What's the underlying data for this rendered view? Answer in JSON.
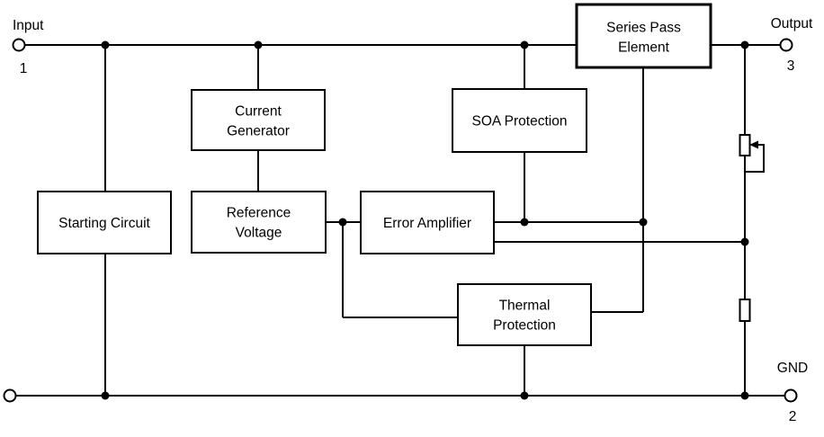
{
  "diagram": {
    "type": "regulator-internal-block-diagram",
    "colors": {
      "background": "#ffffff",
      "line": "#000000",
      "text": "#000000"
    },
    "blocks": [
      {
        "name": "series-pass-element",
        "lines": [
          "Series Pass",
          "Element"
        ]
      },
      {
        "name": "current-generator",
        "lines": [
          "Current",
          "Generator"
        ]
      },
      {
        "name": "soa-protection",
        "lines": [
          "SOA Protection"
        ]
      },
      {
        "name": "starting-circuit",
        "lines": [
          "Starting Circuit"
        ]
      },
      {
        "name": "reference-voltage",
        "lines": [
          "Reference",
          "Voltage"
        ]
      },
      {
        "name": "error-amplifier",
        "lines": [
          "Error Amplifier"
        ]
      },
      {
        "name": "thermal-protection",
        "lines": [
          "Thermal",
          "Protection"
        ]
      }
    ],
    "terminals": [
      {
        "name": "input",
        "label": "Input",
        "pin": "1"
      },
      {
        "name": "output",
        "label": "Output",
        "pin": "3"
      },
      {
        "name": "gnd",
        "label": "GND",
        "pin": "2"
      },
      {
        "name": "bottom-left",
        "label": "",
        "pin": ""
      }
    ],
    "components": [
      {
        "name": "adjustable-resistor",
        "type": "potentiometer-with-wiper-feedback"
      },
      {
        "name": "fixed-resistor",
        "type": "resistor"
      }
    ]
  }
}
